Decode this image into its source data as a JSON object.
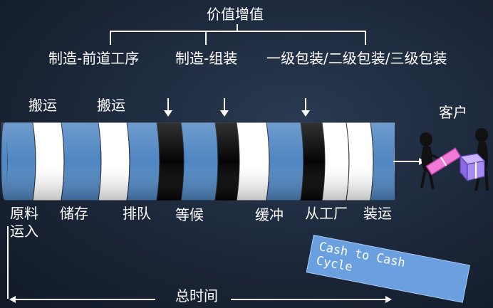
{
  "top_title": "价值增值",
  "value_categories": [
    "制造-前道工序",
    "制造-组装",
    "一级包装/二级包装/三级包装"
  ],
  "upper_labels": [
    "搬运",
    "搬运"
  ],
  "customer_label": "客户",
  "bottom_labels": {
    "raw": "原料",
    "raw_sub": "运入",
    "storage": "储存",
    "queue": "排队",
    "wait": "等候",
    "buffer": "缓冲",
    "factory": "从工厂",
    "ship": "装运"
  },
  "total_time": "总时间",
  "stamp": {
    "line1": "Cash to Cash",
    "line2": "Cycle"
  },
  "colors": {
    "blue": "#4f86c2",
    "white": "#ffffff",
    "black": "#050505",
    "stamp": "#6a9fe0",
    "package_pink": "#f07ad8",
    "package_purple": "#a58cf0"
  },
  "segments": [
    "blue",
    "white",
    "blue",
    "white",
    "blue",
    "black",
    "blue",
    "black",
    "white",
    "blue",
    "black",
    "white",
    "white",
    "blue"
  ]
}
